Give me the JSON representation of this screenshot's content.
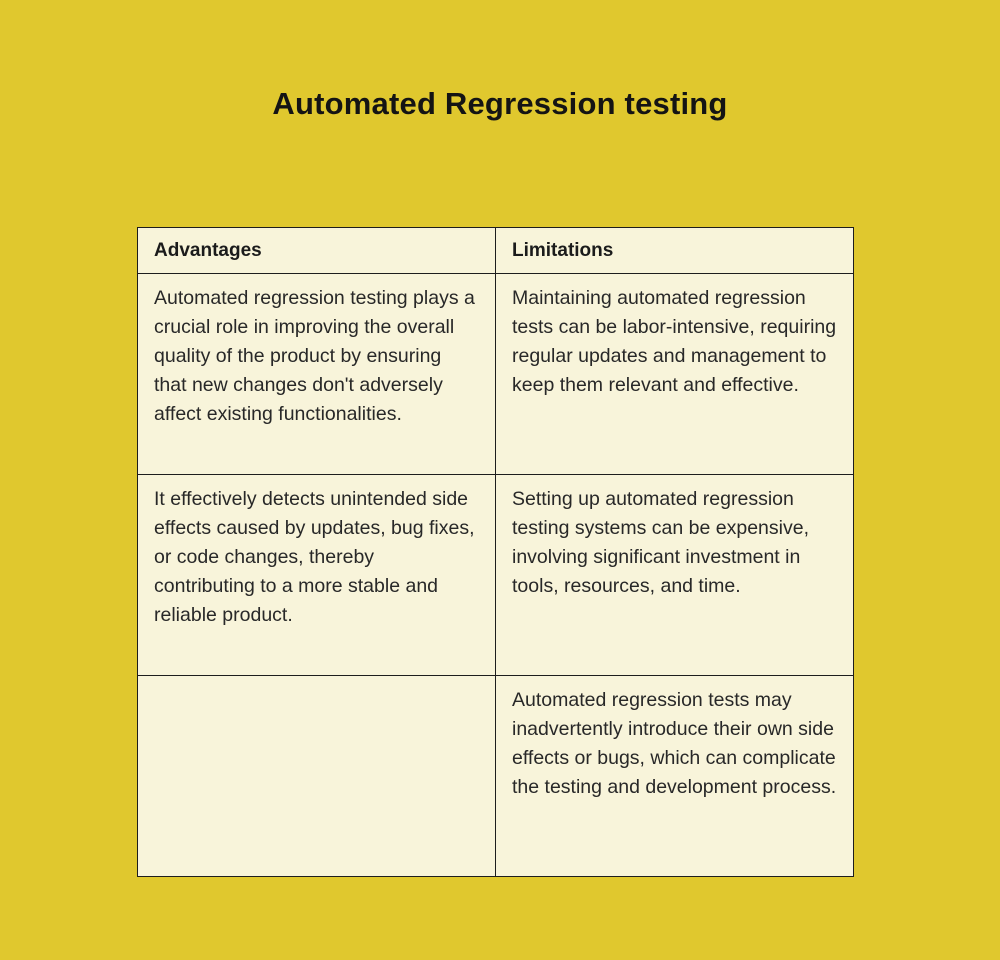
{
  "page": {
    "background_color": "#e0c82e",
    "table_background_color": "#f8f4da",
    "table_border_color": "#1d1d1d"
  },
  "title": "Automated Regression testing",
  "table": {
    "headers": [
      "Advantages",
      "Limitations"
    ],
    "rows": [
      [
        "Automated regression testing plays a crucial role in improving the overall quality of the product by ensuring that new changes don't adversely affect existing functionalities.",
        "Maintaining automated regression tests can be labor-intensive, requiring regular updates and management to keep them relevant and effective."
      ],
      [
        "It effectively detects unintended side effects caused by updates, bug fixes, or code changes, thereby contributing to a more stable and reliable product.",
        "Setting up automated regression testing systems can be expensive, involving significant investment in tools, resources, and time."
      ],
      [
        "",
        "Automated regression tests may inadvertently introduce their own side effects or bugs, which can complicate the testing and development process."
      ]
    ]
  }
}
